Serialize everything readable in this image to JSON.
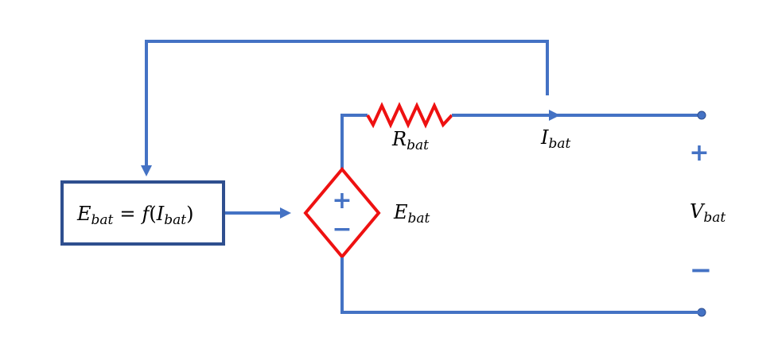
{
  "colors": {
    "wire": "#4472C4",
    "component": "#EE1111",
    "box_border": "#2F4F8F",
    "text": "#000000"
  },
  "function_block": {
    "lhs_symbol": "E",
    "lhs_subscript": "bat",
    "operator": "=",
    "function_name": "f",
    "open_paren": "(",
    "arg_symbol": "I",
    "arg_subscript": "bat",
    "close_paren": ")"
  },
  "labels": {
    "resistor": {
      "symbol": "R",
      "subscript": "bat"
    },
    "current": {
      "symbol": "I",
      "subscript": "bat"
    },
    "source": {
      "symbol": "E",
      "subscript": "bat"
    },
    "voltage": {
      "symbol": "V",
      "subscript": "bat"
    }
  },
  "signs": {
    "source_plus": "+",
    "source_minus": "−",
    "terminal_plus": "+",
    "terminal_minus": "−"
  }
}
